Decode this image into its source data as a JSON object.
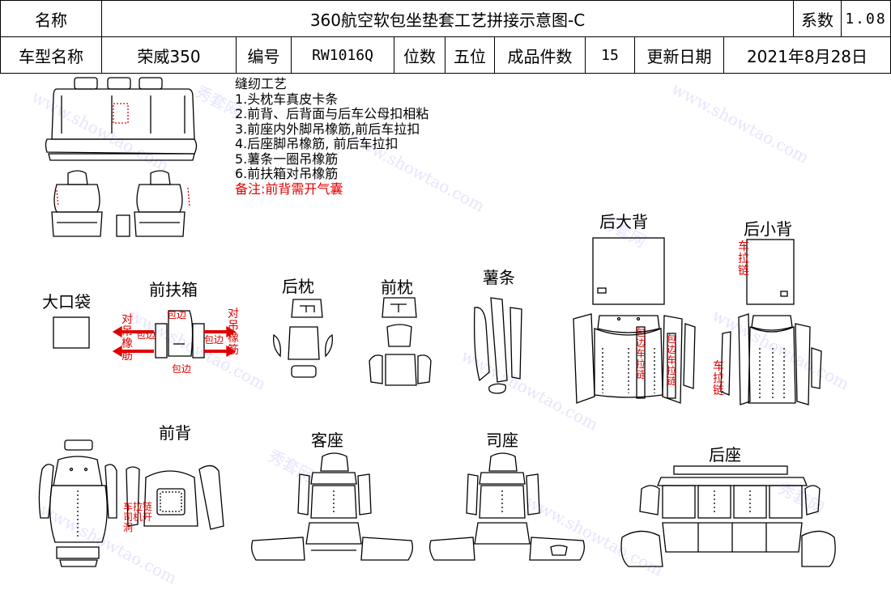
{
  "header": {
    "name_label": "名称",
    "title": "360航空软包坐垫套工艺拼接示意图-C",
    "coef_label": "系数",
    "coef_value": "1.08",
    "model_label": "车型名称",
    "model_value": "荣威350",
    "code_label": "编号",
    "code_value": "RW1016Q",
    "seat_label": "位数",
    "seat_value": "五位",
    "pieces_label": "成品件数",
    "pieces_value": "15",
    "update_label": "更新日期",
    "update_value": "2021年8月28日"
  },
  "notes": {
    "heading": "缝纫工艺",
    "items": [
      "1.头枕车真皮卡条",
      "2.前背、后背面与后车公母扣相粘",
      "3.前座内外脚吊橡筋,前后车拉扣",
      "4.后座脚吊橡筋, 前后车拉扣",
      "5.薯条一圈吊橡筋",
      "6.前扶箱对吊橡筋"
    ],
    "remark": "备注:前背需开气囊"
  },
  "sections": {
    "big_pocket": "大口袋",
    "front_armrest": "前扶箱",
    "rear_headrest": "后枕",
    "front_headrest": "前枕",
    "fries_strip": "薯条",
    "rear_big_back": "后大背",
    "rear_small_back": "后小背",
    "front_back": "前背",
    "passenger_seat": "客座",
    "driver_seat": "司座",
    "rear_seat": "后座"
  },
  "annotations": {
    "armrest_left_vertical": "对吊橡筋",
    "armrest_right_vertical": "对吊橡筋",
    "bao_bian": "包边",
    "zipper_vertical": "车拉链",
    "bao_bian_zipper": "包边车拉链",
    "front_back_airbag": "车拉链司机开洞"
  },
  "watermark": {
    "text_cn": "秀套网",
    "text_url": "www.showtao.com"
  },
  "colors": {
    "line": "#000000",
    "annotation_red": "#e00000",
    "watermark": "#a0a0ff"
  }
}
